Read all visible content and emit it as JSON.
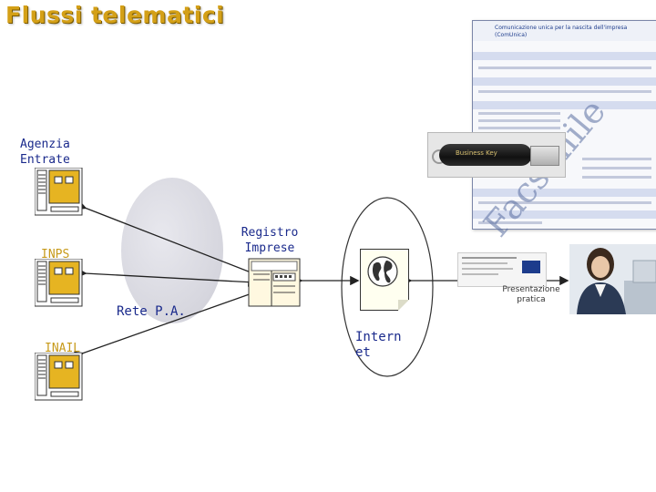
{
  "title": "Flussi telematici",
  "labels": {
    "agenzia": "Agenzia Entrate",
    "inps": "INPS",
    "inail": "INAIL",
    "registro": "Registro Imprese",
    "rete_pa": "Rete P.A.",
    "internet": "Internet"
  },
  "form": {
    "header": "Comunicazione unica per la nascita dell'impresa (ComUnica)",
    "watermark": "Facsimile"
  },
  "device": {
    "key_label": "Business Key"
  },
  "captions": {
    "presentation": "Presentazione pratica"
  },
  "colors": {
    "title": "#d4a017",
    "labels": "#1a2a8c",
    "server": "#e6b422",
    "arrow": "#222222"
  }
}
